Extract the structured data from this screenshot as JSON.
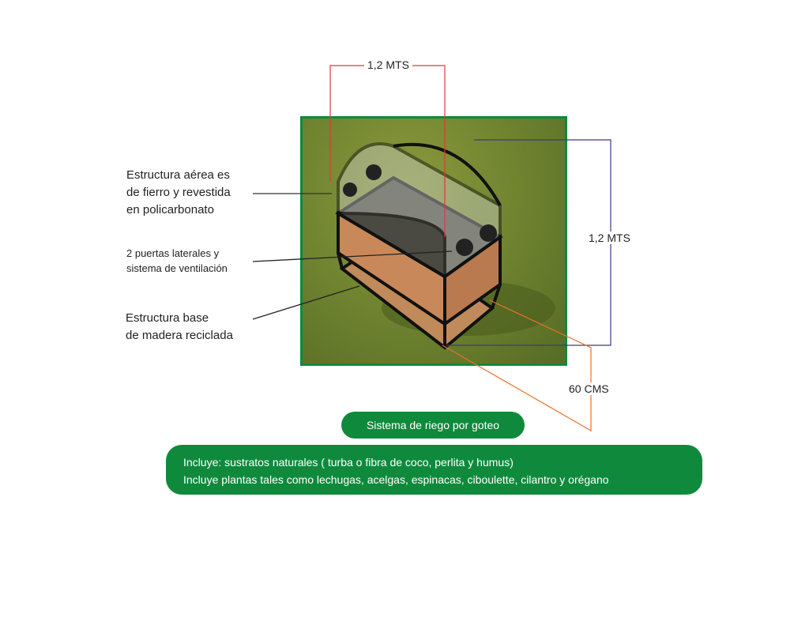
{
  "labels": {
    "estructura_aerea": [
      "Estructura aérea es",
      "de fierro y revestida",
      "en policarbonato"
    ],
    "puertas": [
      "2 puertas laterales y",
      "sistema de ventilación"
    ],
    "estructura_base": [
      "Estructura base",
      "de madera reciclada"
    ]
  },
  "dimensions": {
    "width": "1,2 MTS",
    "height": "1,2 MTS",
    "depth": "60 CMS"
  },
  "riego": "Sistema de riego por goteo",
  "incluye": [
    "Incluye:  sustratos naturales ( turba o fibra de coco, perlita y humus)",
    "Incluye plantas tales como lechugas, acelgas,  espinacas, ciboulette, cilantro y orégano"
  ],
  "colors": {
    "green": "#0f8a3c",
    "red": "#e0383a",
    "blue": "#3a3a8c",
    "orange": "#e8702a"
  }
}
